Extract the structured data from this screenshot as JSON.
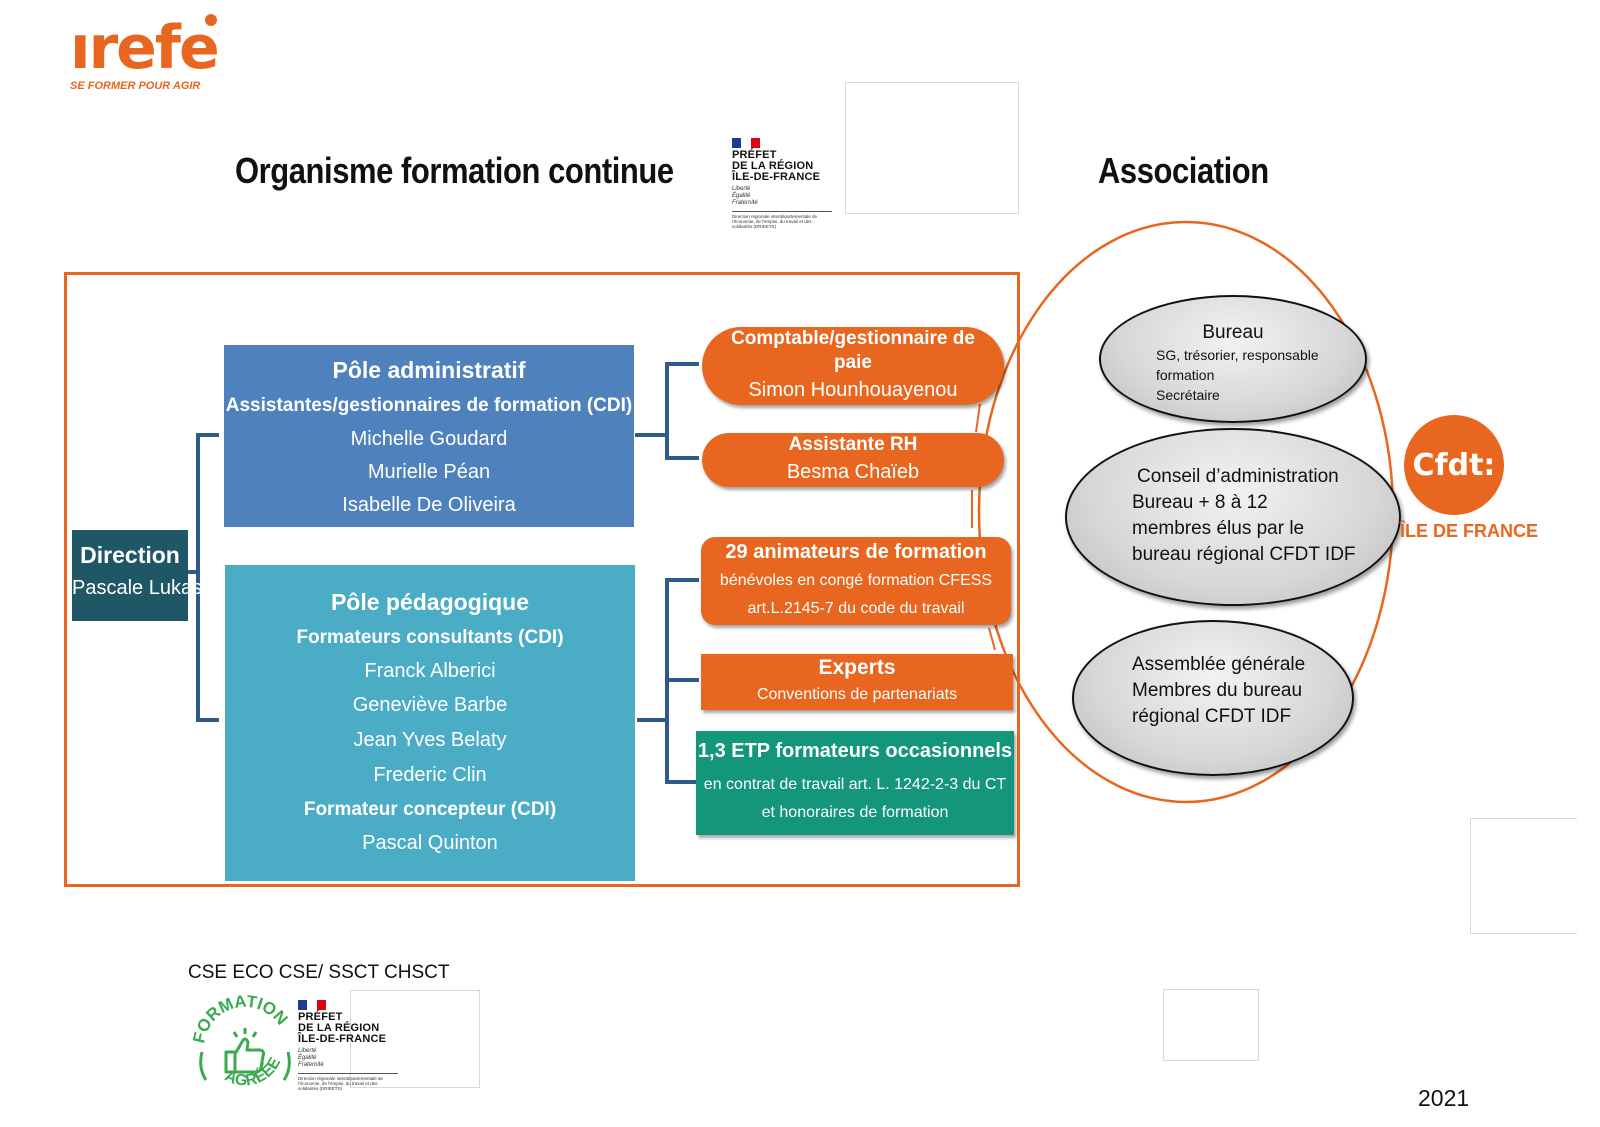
{
  "logos": {
    "irefe": {
      "word": "ırefe",
      "tagline": "SE FORMER POUR AGIR",
      "color": "#e8661f"
    },
    "prefet_top": {
      "lines": [
        "PRÉFET",
        "DE LA RÉGION",
        "ÎLE-DE-FRANCE"
      ],
      "motto": [
        "Liberté",
        "Égalité",
        "Fraternité"
      ],
      "sub": "Direction régionale interdépartementale de l'économie, de l'emploi, du travail et des solidarités (DRIEETS)"
    },
    "prefet_bottom": {
      "lines": [
        "PRÉFET",
        "DE LA RÉGION",
        "ÎLE-DE-FRANCE"
      ],
      "motto": [
        "Liberté",
        "Égalité",
        "Fraternité"
      ],
      "sub": "Direction régionale interdépartementale de l'économie, de l'emploi, du travail et des solidarités (DRIEETS)"
    },
    "cfdt": {
      "word": "Cfdt:",
      "region": "ÎLE DE FRANCE",
      "color": "#e8661f"
    },
    "formation_agreee": {
      "top": "FORMATION",
      "bottom": "AGRÉÉE",
      "color": "#3aaa4f"
    }
  },
  "headings": {
    "organisme": "Organisme formation continue",
    "association": "Association"
  },
  "direction": {
    "title": "Direction",
    "name": "Pascale Lukas",
    "color": "#205766"
  },
  "pole_admin": {
    "title": "Pôle administratif",
    "subtitle": "Assistantes/gestionnaires de formation (CDI)",
    "people": [
      "Michelle Goudard",
      "Murielle Péan",
      "Isabelle De Oliveira"
    ],
    "color": "#4f81bd"
  },
  "pole_peda": {
    "title": "Pôle pédagogique",
    "subtitle": "Formateurs consultants (CDI)",
    "people": [
      "Franck Alberici",
      "Geneviève Barbe",
      "Jean Yves Belaty",
      "Frederic Clin"
    ],
    "subtitle2": "Formateur concepteur  (CDI)",
    "people2": [
      "Pascal Quinton"
    ],
    "color": "#4bacc6"
  },
  "comptable": {
    "title": "Comptable/gestionnaire de paie",
    "name": "Simon Hounhouayenou"
  },
  "rh": {
    "title": "Assistante RH",
    "name": "Besma Chaïeb"
  },
  "animateurs": {
    "title": "29 animateurs de formation",
    "line1": "bénévoles en congé formation  CFESS",
    "line2": "art.L.2145-7 du code du travail"
  },
  "experts": {
    "title": "Experts",
    "line1": "Conventions de partenariats"
  },
  "etp": {
    "title": "1,3 ETP formateurs  occasionnels",
    "line1": "en contrat de travail art. L. 1242-2-3 du CT",
    "line2": "et  honoraires de formation",
    "color": "#14967a"
  },
  "bureau": {
    "title": "Bureau",
    "lines": [
      "SG, trésorier, responsable",
      "formation",
      "Secrétaire"
    ]
  },
  "conseil": {
    "lines": [
      "Conseil d’administration",
      "Bureau + 8 à 12",
      "membres élus par le",
      "bureau régional CFDT IDF"
    ]
  },
  "assemblee": {
    "lines": [
      "Assemblée générale",
      "Membres du bureau",
      "régional CFDT IDF"
    ]
  },
  "footer": {
    "cse": "CSE ECO CSE/ SSCT CHSCT",
    "year": "2021"
  },
  "colors": {
    "orange": "#e8661f",
    "connector": "#2e5b8a"
  }
}
